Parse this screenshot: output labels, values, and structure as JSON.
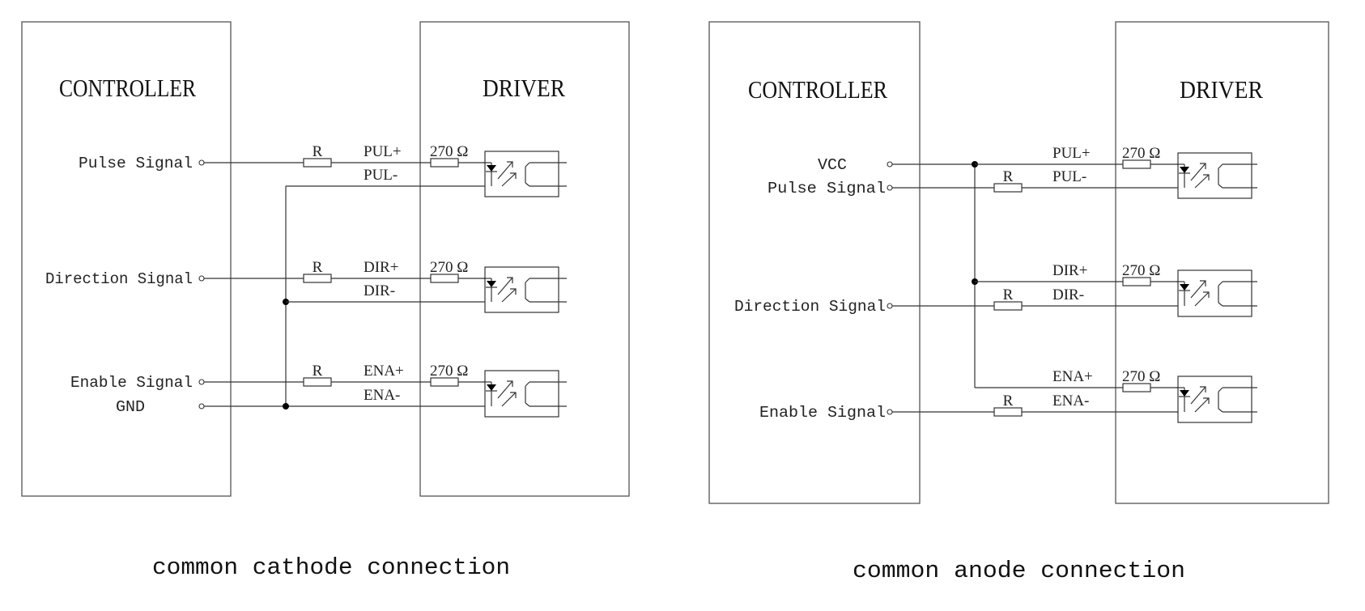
{
  "diagrams": [
    {
      "id": "common-cathode",
      "caption": "common cathode connection",
      "controller_title": "CONTROLLER",
      "driver_title": "DRIVER",
      "controller_terminals": [
        {
          "label": "Pulse Signal"
        },
        {
          "label": "Direction Signal"
        },
        {
          "label": "Enable Signal"
        },
        {
          "label": "GND"
        }
      ],
      "channels": [
        {
          "plus": "PUL+",
          "minus": "PUL-",
          "series_resistor": "R",
          "input_resistor": "270 Ω"
        },
        {
          "plus": "DIR+",
          "minus": "DIR-",
          "series_resistor": "R",
          "input_resistor": "270 Ω"
        },
        {
          "plus": "ENA+",
          "minus": "ENA-",
          "series_resistor": "R",
          "input_resistor": "270 Ω"
        }
      ],
      "common_net": "GND"
    },
    {
      "id": "common-anode",
      "caption": "common anode connection",
      "controller_title": "CONTROLLER",
      "driver_title": "DRIVER",
      "controller_terminals": [
        {
          "label": "VCC"
        },
        {
          "label": "Pulse Signal"
        },
        {
          "label": "Direction Signal"
        },
        {
          "label": "Enable Signal"
        }
      ],
      "channels": [
        {
          "plus": "PUL+",
          "minus": "PUL-",
          "series_resistor": "R",
          "input_resistor": "270 Ω"
        },
        {
          "plus": "DIR+",
          "minus": "DIR-",
          "series_resistor": "R",
          "input_resistor": "270 Ω"
        },
        {
          "plus": "ENA+",
          "minus": "ENA-",
          "series_resistor": "R",
          "input_resistor": "270 Ω"
        }
      ],
      "common_net": "VCC"
    }
  ]
}
